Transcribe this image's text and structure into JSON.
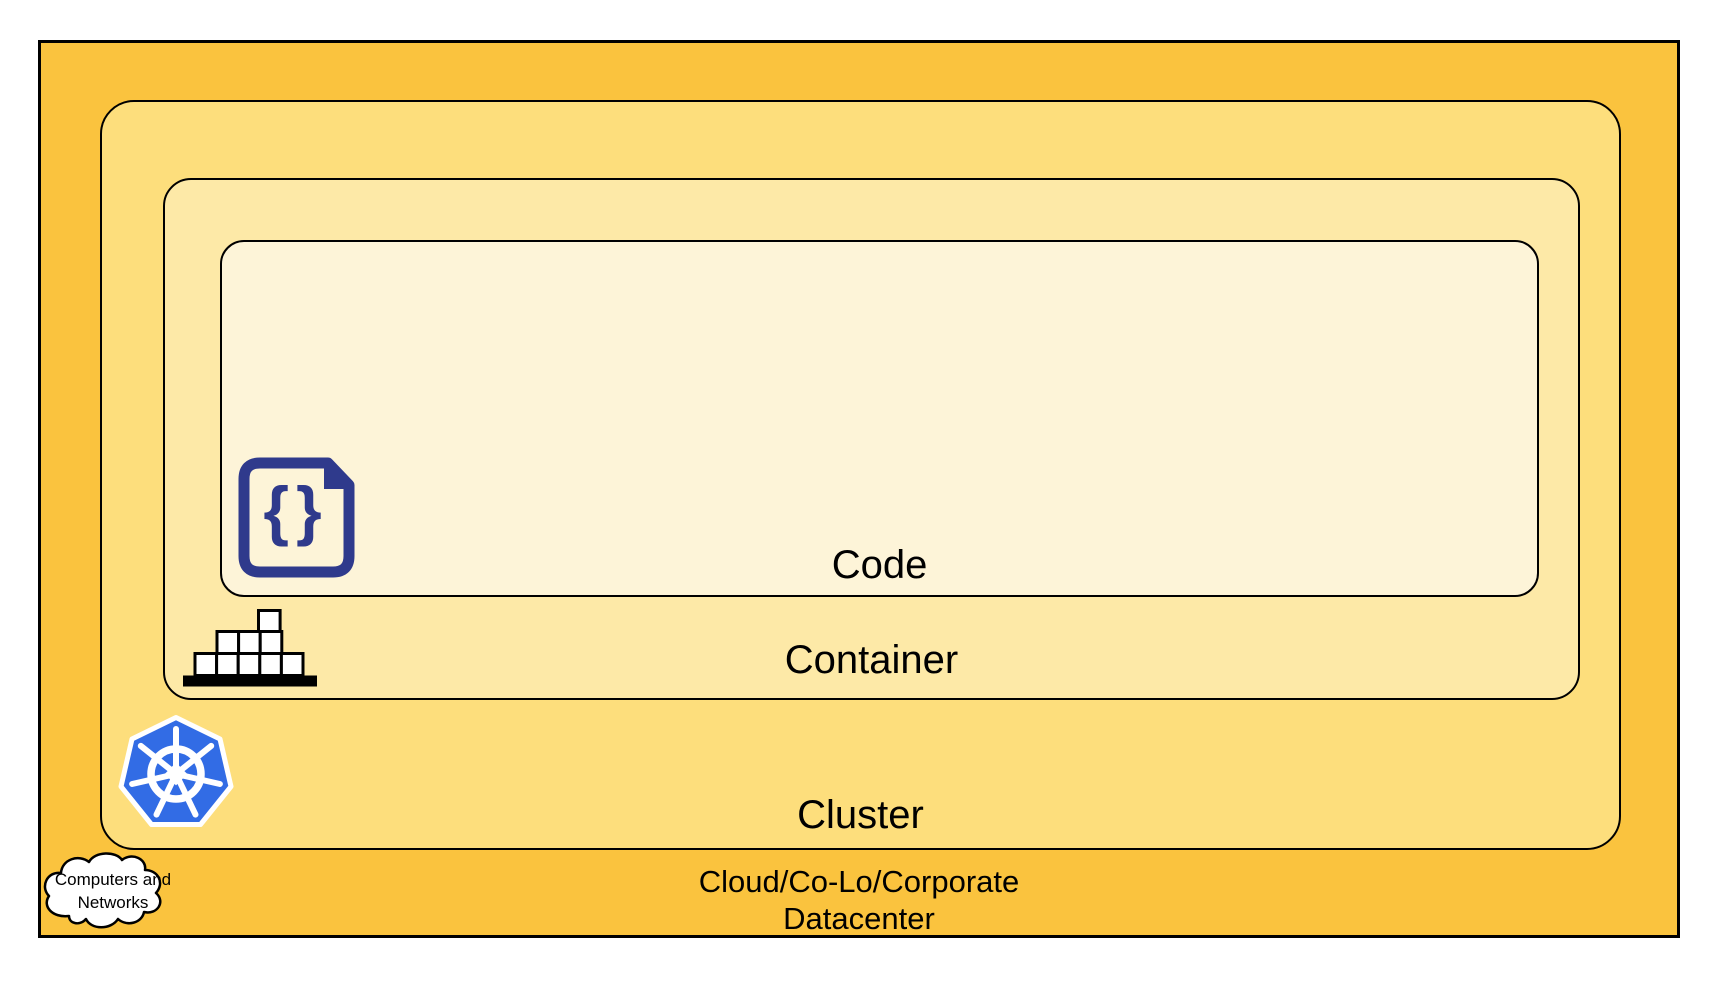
{
  "layers": {
    "code": {
      "label": "Code",
      "fill": "#FDF4D8"
    },
    "container": {
      "label": "Container",
      "fill": "#FDE9A7"
    },
    "cluster": {
      "label": "Cluster",
      "fill": "#FDDE7C"
    },
    "datacenter": {
      "label_line1": "Cloud/Co-Lo/Corporate",
      "label_line2": "Datacenter",
      "fill": "#FAC33E"
    }
  },
  "cloud_callout": {
    "line1": "Computers and",
    "line2": "Networks",
    "fill": "#FFFFFF",
    "stroke": "#000000"
  },
  "icons": {
    "code_file": {
      "glyph": "{}",
      "color": "#2F3A8C"
    },
    "container_stack": {
      "color": "#000000",
      "box_fill": "#FFFFFF"
    },
    "kubernetes": {
      "color": "#326CE5",
      "wheel_color": "#FFFFFF"
    }
  },
  "text_color": "#000000"
}
